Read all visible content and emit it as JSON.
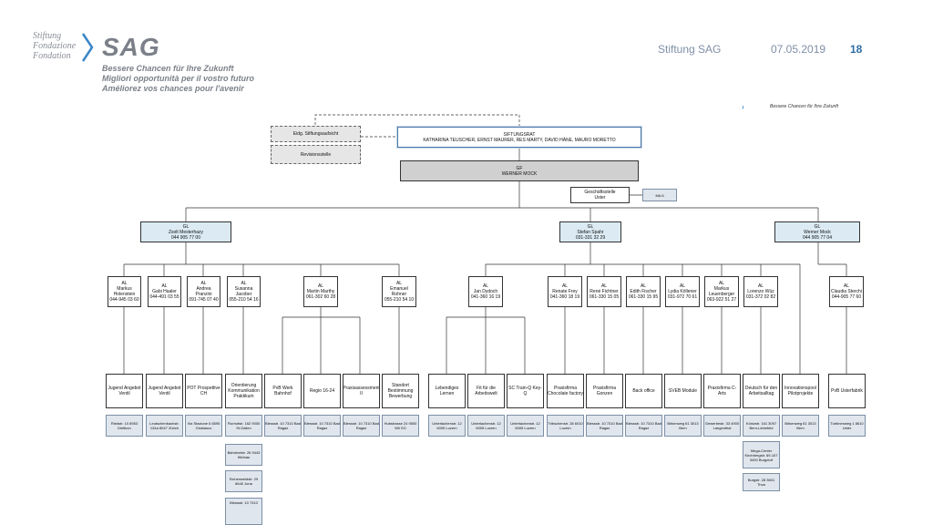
{
  "header": {
    "logo_small": [
      "Stiftung",
      "Fondazione",
      "Fondation"
    ],
    "logo_text": "SAG",
    "tagline": [
      "Bessere Chancen für Ihre Zukunft",
      "Migliori opportunità per il vostro futuro",
      "Améliorez vos chances pour l'avenir"
    ],
    "org_name": "Stiftung SAG",
    "date": "07.05.2019",
    "page_number": "18",
    "chart_tagline": "Bessere Chancen für Ihre Zukunft"
  },
  "chart": {
    "eidg": "Eidg. Stiftungsaufsicht",
    "revision": "Revisionsstelle",
    "stiftungsrat_title": "SIFTUNGSRAT",
    "stiftungsrat_members": "KATHARINA TEUSCHER, ERNST MAURER, RES MARTY, DAVID HÄNE, MAURO MORETTO",
    "gf_title": "GF",
    "gf_name": "WERNER MOCK",
    "gs_title": "Geschäftsstelle",
    "gs_place": "Uster",
    "ma": "MA 6",
    "gl": [
      {
        "title": "GL",
        "name": "Zsolt Mesterhazy",
        "phone": "044 905 77 00"
      },
      {
        "title": "GL",
        "name": "Stefan Spahr",
        "phone": "031-331 32 29"
      },
      {
        "title": "GL",
        "name": "Werner Mock",
        "phone": "044 905 77 04"
      }
    ],
    "al": [
      {
        "title": "AL",
        "name": "Markus Holenstein",
        "phone": "044-945 03 60"
      },
      {
        "title": "AL",
        "name": "Gabi Haaler",
        "phone": "044-491 03 55"
      },
      {
        "title": "AL",
        "name": "Andrea Pranzini",
        "phone": "091-745 07 40"
      },
      {
        "title": "AL",
        "name": "Susanna Jacober",
        "phone": "055-210 54 16"
      },
      {
        "title": "AL",
        "name": "Martin Marthy",
        "phone": "061-302 60 28"
      },
      {
        "title": "AL",
        "name": "Emanuel Rohner",
        "phone": "055-210 54 10"
      },
      {
        "title": "AL",
        "name": "Jan Dydoch",
        "phone": "041-360 16 19"
      },
      {
        "title": "AL",
        "name": "Renate Frey",
        "phone": "041-360 18 19"
      },
      {
        "title": "AL",
        "name": "René Fichtner",
        "phone": "061-330 15 05"
      },
      {
        "title": "AL",
        "name": "Edith Fischer",
        "phone": "061-330 15 95"
      },
      {
        "title": "AL",
        "name": "Lydia Köllener",
        "phone": "031-972 70 61"
      },
      {
        "title": "AL",
        "name": "Markus Leuenberger",
        "phone": "063-922 51 27"
      },
      {
        "title": "AL",
        "name": "Lorenzo Wüz",
        "phone": "031-372 02 82"
      },
      {
        "title": "AL",
        "name": "Claudia Sterchi",
        "phone": "044-905 77 60"
      }
    ],
    "units": [
      "Jugend Angebot Ventil",
      "Jugend Angebot Ventil",
      "POT Prospettive CH",
      "Orientierung Kommunikation Praktikum",
      "PvB Werk Bahnhof",
      "Regio 16-24",
      "Praxisassessment II",
      "Standort Bestimmung Bewerbung",
      "Lebendiges Lernen",
      "Fit für die Arbeitswelt",
      "SC Train-Q Key-Q",
      "Praxisfirma Chocolate factory",
      "Praxisfirma Gonzen",
      "Back office",
      "SVEB Module",
      "Praxisfirma C-Arts",
      "Deutsch für den Arbeitsalltag",
      "Innovationspool Pilotprojekte",
      "PvB Usterfabrik"
    ],
    "addresses": [
      "Riedstr. 10 8953 Dietikon",
      "Leutschenbachstr. 134a 8047 Zürich",
      "Via Stazione 6 6595 Giubiasco",
      "Flurhofstr. 162 9000 St.Gallen",
      "Blessstr. 10 7310 Bad Ragaz",
      "Blessstr. 10 7310 Bad Ragaz",
      "Blessstr. 10 7310 Bad Ragaz",
      "Hubstrasse 24 9500 Wil SG",
      "Unterlachenstr. 12 6005 Luzern",
      "Unterlachenstr. 12 6005 Luzern",
      "Unterlachenstr. 12 6005 Luzern",
      "Tribschenstr. 28 6010 Luzern",
      "Blessstr. 10 7310 Bad Ragaz",
      "Blessstr. 10 7310 Bad Ragaz",
      "Birkenweg 61 3013 Bern",
      "Gewerbestr. 33 4900 Langenthal",
      "Könizstr. 161 3097 Bern-Liebefeld",
      "Birkenweg 61 3013 Bern",
      "Turbinenweg 1 8610 Uster"
    ],
    "extra_addresses": [
      "Bahnhofstr. 26 9443 Widnau",
      "Eichenweidstr. 29 8640 Jona",
      "Blessstr. 10 7310",
      "Mega-Center Kirchbergstr. 69-107 3400 Burgdorf",
      "Burgstr. 28 3601 Thun"
    ]
  }
}
